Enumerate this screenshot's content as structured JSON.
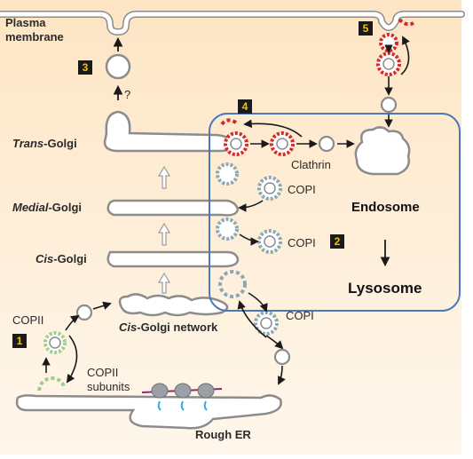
{
  "labels": {
    "plasma_membrane_line1": "Plasma",
    "plasma_membrane_line2": "membrane",
    "trans_golgi_italic": "Trans",
    "trans_golgi_rest": "-Golgi",
    "medial_golgi_italic": "Medial",
    "medial_golgi_rest": "-Golgi",
    "cis_golgi_italic": "Cis",
    "cis_golgi_rest": "-Golgi",
    "cis_golgi_network_italic": "Cis",
    "cis_golgi_network_rest": "-Golgi network",
    "rough_er": "Rough ER",
    "copii": "COPII",
    "copii_subunits_line1": "COPII",
    "copii_subunits_line2": "subunits",
    "copi_top": "COPI",
    "copi_middle": "COPI",
    "copi_bottom": "COPI",
    "clathrin": "Clathrin",
    "uncertain_mark": "?",
    "endosome": "Endosome",
    "lysosome": "Lysosome"
  },
  "steps": [
    "1",
    "2",
    "3",
    "4",
    "5"
  ],
  "colors": {
    "background_top": "#fde7c8",
    "background_bottom": "#fff6ea",
    "membrane_fill": "#ffffff",
    "membrane_stroke": "#8c8c8c",
    "copii_coat": "#9fcf8f",
    "copi_coat": "#8aa9b3",
    "clathrin_coat": "#d42a2a",
    "endosome_box": "#4a78b8",
    "step_box": "#1a1a1a",
    "step_text": "#f5c400",
    "ribosome": "#9aa0a6",
    "mrna": "#8a2b6e",
    "peptide": "#3fa9d8"
  },
  "icons": {
    "step_marker": "black-square-number",
    "flow_arrow": "black-arrow",
    "golgi_progression_arrow": "hollow-up-arrow",
    "ribosome": "ribosome-icon"
  }
}
